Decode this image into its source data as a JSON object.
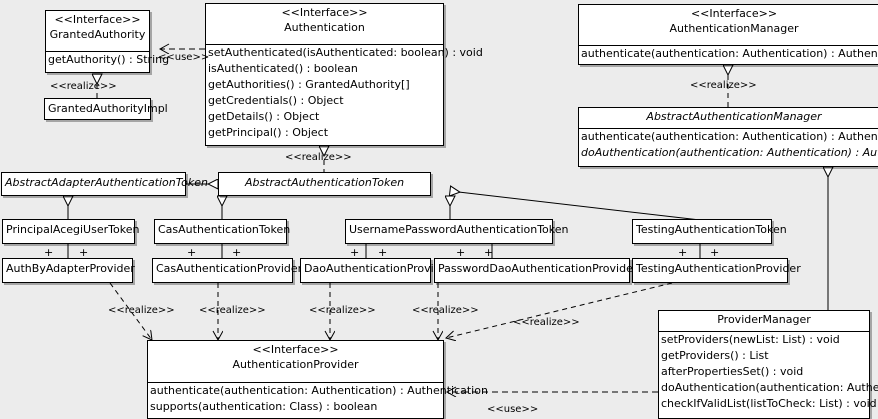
{
  "diagram": {
    "kind": "uml-class-diagram",
    "background_color": "#ececec",
    "box_fill": "#ffffff",
    "line_color": "#000000"
  },
  "stereotypes": {
    "interface": "<<Interface>>",
    "realize": "<<realize>>",
    "use": "<<use>>"
  },
  "classes": {
    "granted_authority": {
      "stereotype": "<<Interface>>",
      "name": "GrantedAuthority",
      "members": [
        "getAuthority() : String"
      ]
    },
    "granted_authority_impl": {
      "name": "GrantedAuthorityImpl"
    },
    "authentication": {
      "stereotype": "<<Interface>>",
      "name": "Authentication",
      "members": [
        "setAuthenticated(isAuthenticated: boolean) : void",
        "isAuthenticated() : boolean",
        "getAuthorities() : GrantedAuthority[]",
        "getCredentials() : Object",
        "getDetails() : Object",
        "getPrincipal() : Object"
      ]
    },
    "authentication_manager": {
      "stereotype": "<<Interface>>",
      "name": "AuthenticationManager",
      "members": [
        "authenticate(authentication: Authentication) : Authentication"
      ]
    },
    "abstract_authentication_manager": {
      "name": "AbstractAuthenticationManager",
      "members": [
        "authenticate(authentication: Authentication) : Authentication",
        "doAuthentication(authentication: Authentication) : Authentication"
      ]
    },
    "abstract_adapter_authentication_token": {
      "name": "AbstractAdapterAuthenticationToken"
    },
    "abstract_authentication_token": {
      "name": "AbstractAuthenticationToken"
    },
    "principal_acegi_user_token": {
      "name": "PrincipalAcegiUserToken"
    },
    "cas_authentication_token": {
      "name": "CasAuthenticationToken"
    },
    "username_password_authentication_token": {
      "name": "UsernamePasswordAuthenticationToken"
    },
    "testing_authentication_token": {
      "name": "TestingAuthenticationToken"
    },
    "auth_by_adapter_provider": {
      "name": "AuthByAdapterProvider"
    },
    "cas_authentication_provider": {
      "name": "CasAuthenticationProvider"
    },
    "dao_authentication_provider": {
      "name": "DaoAuthenticationProvider"
    },
    "password_dao_authentication_provider": {
      "name": "PasswordDaoAuthenticationProvider"
    },
    "testing_authentication_provider": {
      "name": "TestingAuthenticationProvider"
    },
    "authentication_provider": {
      "stereotype": "<<Interface>>",
      "name": "AuthenticationProvider",
      "members": [
        "authenticate(authentication: Authentication) : Authentication",
        "supports(authentication: Class) : boolean"
      ]
    },
    "provider_manager": {
      "name": "ProviderManager",
      "members": [
        "setProviders(newList: List) : void",
        "getProviders() : List",
        "afterPropertiesSet() : void",
        "doAuthentication(authentication: Authentication) : Authentication",
        "checkIfValidList(listToCheck: List) : void"
      ]
    }
  },
  "edge_labels": {
    "use_auth_granted": "<<use>>",
    "realize_ga_impl": "<<realize>>",
    "realize_aat_authentication": "<<realize>>",
    "realize_abstract_auth_manager": "<<realize>>",
    "realize_authbyadapter": "<<realize>>",
    "realize_cas": "<<realize>>",
    "realize_dao": "<<realize>>",
    "realize_passworddao": "<<realize>>",
    "realize_testing": "<<realize>>",
    "use_provider_manager": "<<use>>"
  },
  "multiplicities": {
    "plus": "+"
  }
}
